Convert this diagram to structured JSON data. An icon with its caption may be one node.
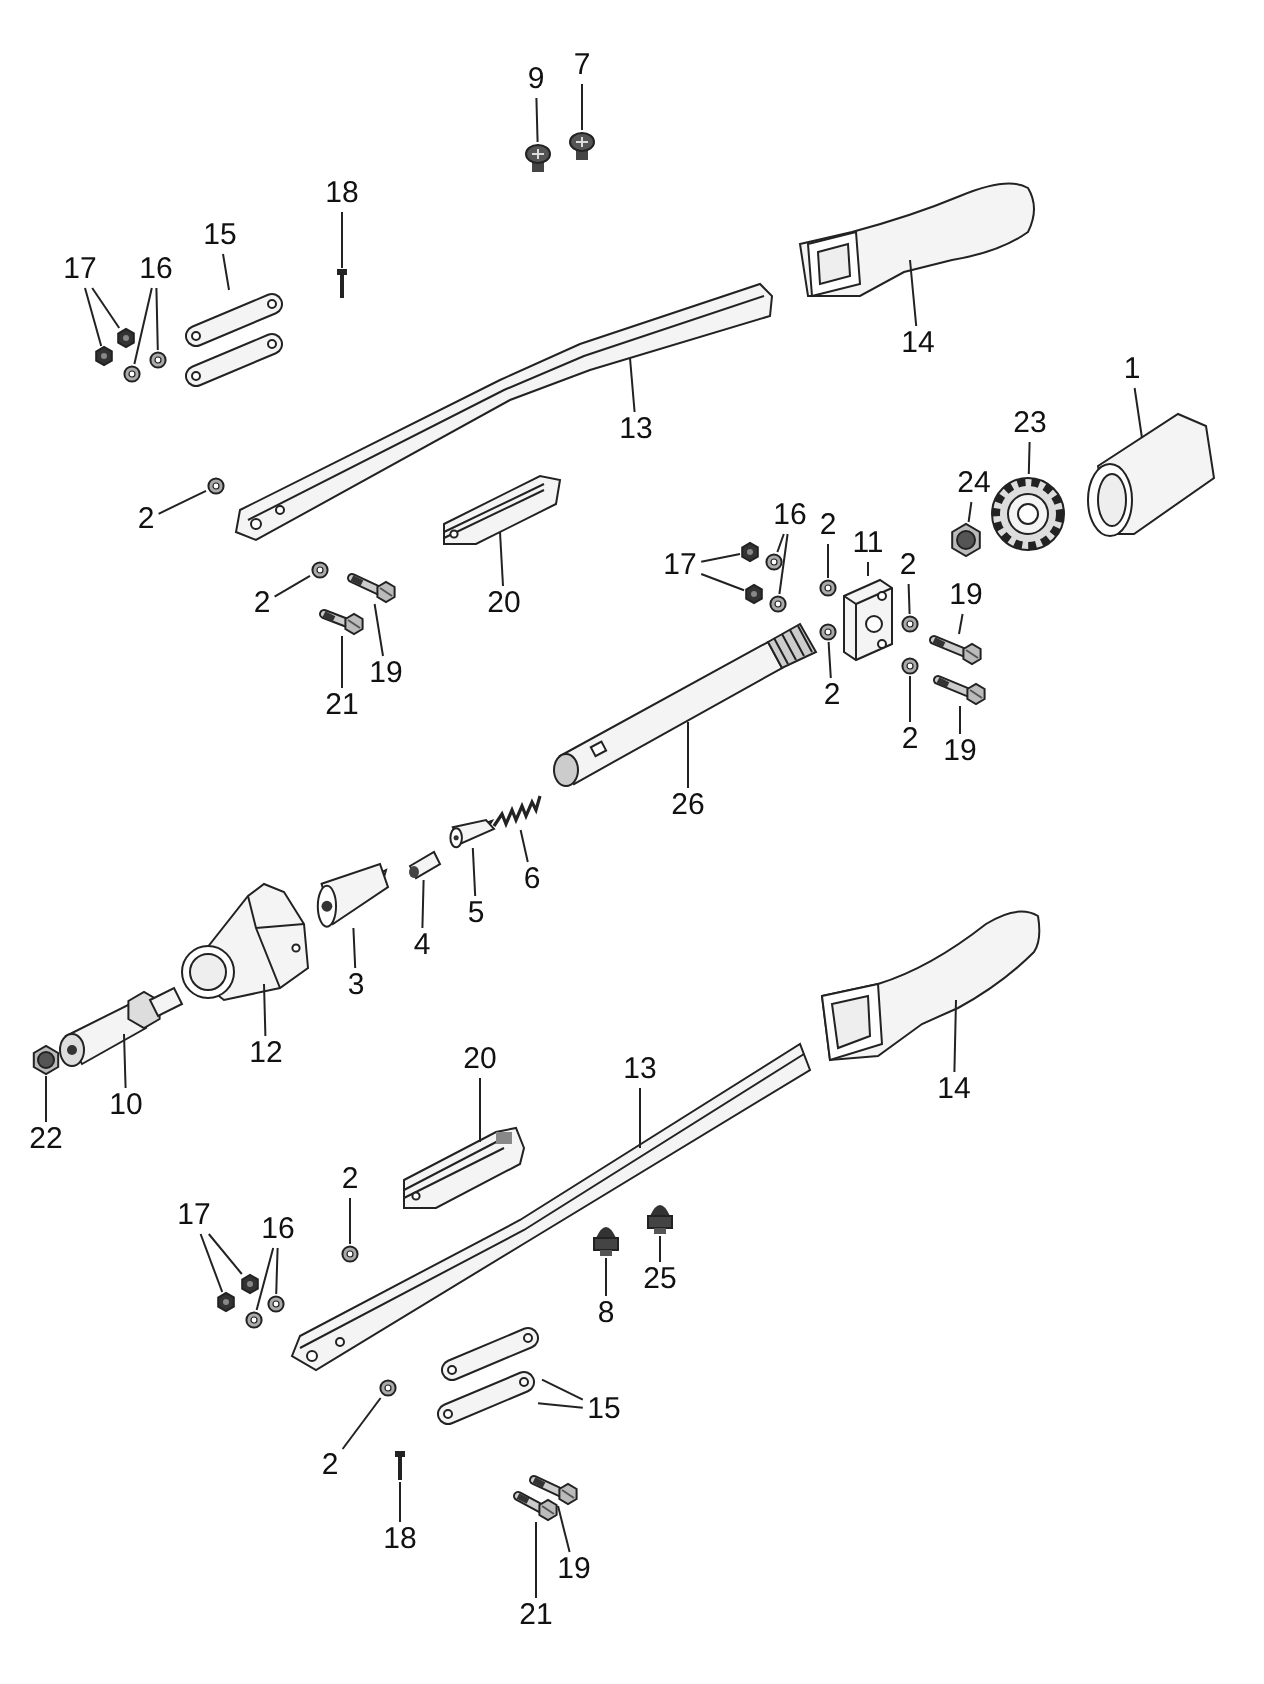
{
  "diagram": {
    "nodes": [
      {
        "text": [
          "9"
        ]
      },
      {
        "text": [],
        "shape": "picture"
      },
      {
        "text": [
          "7"
        ]
      },
      {
        "text": [],
        "shape": "picture"
      },
      {
        "text": [
          "18"
        ]
      },
      {
        "text": [],
        "shape": "picture"
      },
      {
        "text": [
          "15"
        ]
      },
      {
        "text": [],
        "shape": "picture"
      },
      {
        "text": [
          "17"
        ]
      },
      {
        "text": [],
        "shape": "picture"
      },
      {
        "text": [],
        "shape": "picture"
      },
      {
        "text": [
          "16"
        ]
      },
      {
        "text": [],
        "shape": "picture"
      },
      {
        "text": [],
        "shape": "picture"
      },
      {
        "text": [
          "14"
        ]
      },
      {
        "text": [],
        "shape": "picture"
      },
      {
        "text": [
          "1"
        ]
      },
      {
        "text": [],
        "shape": "picture"
      },
      {
        "text": [
          "13"
        ]
      },
      {
        "text": [],
        "shape": "picture"
      },
      {
        "text": [
          "23"
        ]
      },
      {
        "text": [],
        "shape": "picture"
      },
      {
        "text": [
          "24"
        ]
      },
      {
        "text": [],
        "shape": "picture"
      },
      {
        "text": [
          "2"
        ]
      },
      {
        "text": [],
        "shape": "picture"
      },
      {
        "text": [
          "20"
        ]
      },
      {
        "text": [],
        "shape": "picture"
      },
      {
        "text": [
          "2"
        ]
      },
      {
        "text": [],
        "shape": "picture"
      },
      {
        "text": [
          "16"
        ]
      },
      {
        "text": [],
        "shape": "picture"
      },
      {
        "text": [],
        "shape": "picture"
      },
      {
        "text": [
          "17"
        ]
      },
      {
        "text": [],
        "shape": "picture"
      },
      {
        "text": [],
        "shape": "picture"
      },
      {
        "text": [
          "2"
        ]
      },
      {
        "text": [],
        "shape": "picture"
      },
      {
        "text": [
          "11"
        ]
      },
      {
        "text": [],
        "shape": "picture"
      },
      {
        "text": [
          "2"
        ]
      },
      {
        "text": [],
        "shape": "picture"
      },
      {
        "text": [
          "19"
        ]
      },
      {
        "text": [],
        "shape": "picture"
      },
      {
        "text": [
          "2"
        ]
      },
      {
        "text": [],
        "shape": "picture"
      },
      {
        "text": [
          "2"
        ]
      },
      {
        "text": [],
        "shape": "picture"
      },
      {
        "text": [
          "19"
        ]
      },
      {
        "text": [],
        "shape": "picture"
      },
      {
        "text": [
          "21"
        ]
      },
      {
        "text": [],
        "shape": "picture"
      },
      {
        "text": [
          "19"
        ]
      },
      {
        "text": [],
        "shape": "picture"
      },
      {
        "text": [
          "26"
        ]
      },
      {
        "text": [],
        "shape": "picture"
      },
      {
        "text": [
          "6"
        ]
      },
      {
        "text": [],
        "shape": "picture"
      },
      {
        "text": [
          "5"
        ]
      },
      {
        "text": [],
        "shape": "picture"
      },
      {
        "text": [
          "4"
        ]
      },
      {
        "text": [],
        "shape": "picture"
      },
      {
        "text": [
          "3"
        ]
      },
      {
        "text": [],
        "shape": "picture"
      },
      {
        "text": [
          "12"
        ]
      },
      {
        "text": [],
        "shape": "picture"
      },
      {
        "text": [
          "14"
        ]
      },
      {
        "text": [],
        "shape": "picture"
      },
      {
        "text": [
          "10"
        ]
      },
      {
        "text": [],
        "shape": "picture"
      },
      {
        "text": [
          "22"
        ]
      },
      {
        "text": [],
        "shape": "picture"
      },
      {
        "text": [
          "20"
        ]
      },
      {
        "text": [],
        "shape": "picture"
      },
      {
        "text": [
          "13"
        ]
      },
      {
        "text": [],
        "shape": "picture"
      },
      {
        "text": [
          "2"
        ]
      },
      {
        "text": [],
        "shape": "picture"
      },
      {
        "text": [
          "17"
        ]
      },
      {
        "text": [],
        "shape": "picture"
      },
      {
        "text": [],
        "shape": "picture"
      },
      {
        "text": [
          "16"
        ]
      },
      {
        "text": [],
        "shape": "picture"
      },
      {
        "text": [],
        "shape": "picture"
      },
      {
        "text": [
          "8"
        ]
      },
      {
        "text": [],
        "shape": "picture"
      },
      {
        "text": [
          "25"
        ]
      },
      {
        "text": [],
        "shape": "picture"
      },
      {
        "text": [
          "15"
        ]
      },
      {
        "text": [],
        "shape": "picture"
      },
      {
        "text": [],
        "shape": "picture"
      },
      {
        "text": [
          "2"
        ]
      },
      {
        "text": [],
        "shape": "picture"
      },
      {
        "text": [
          "18"
        ]
      },
      {
        "text": [],
        "shape": "picture"
      },
      {
        "text": [
          "21"
        ]
      },
      {
        "text": [],
        "shape": "picture"
      },
      {
        "text": [
          "19"
        ]
      },
      {
        "text": [],
        "shape": "picture"
      }
    ],
    "edges": [
      {
        "from": 0,
        "to": 1,
        "arrow": "none"
      },
      {
        "from": 2,
        "to": 3,
        "arrow": "none"
      },
      {
        "from": 4,
        "to": 5,
        "arrow": "none"
      },
      {
        "from": 6,
        "to": 7,
        "arrow": "none"
      },
      {
        "from": 8,
        "to": 9,
        "arrow": "none"
      },
      {
        "from": 8,
        "to": 10,
        "arrow": "none"
      },
      {
        "from": 11,
        "to": 12,
        "arrow": "none"
      },
      {
        "from": 11,
        "to": 13,
        "arrow": "none"
      },
      {
        "from": 14,
        "to": 15,
        "arrow": "none"
      },
      {
        "from": 16,
        "to": 17,
        "arrow": "none"
      },
      {
        "from": 18,
        "to": 19,
        "arrow": "none"
      },
      {
        "from": 20,
        "to": 21,
        "arrow": "none"
      },
      {
        "from": 22,
        "to": 23,
        "arrow": "none"
      },
      {
        "from": 24,
        "to": 25,
        "arrow": "none"
      },
      {
        "from": 26,
        "to": 27,
        "arrow": "none"
      },
      {
        "from": 28,
        "to": 29,
        "arrow": "none"
      },
      {
        "from": 30,
        "to": 31,
        "arrow": "none"
      },
      {
        "from": 30,
        "to": 32,
        "arrow": "none"
      },
      {
        "from": 33,
        "to": 34,
        "arrow": "none"
      },
      {
        "from": 33,
        "to": 35,
        "arrow": "none"
      },
      {
        "from": 36,
        "to": 37,
        "arrow": "none"
      },
      {
        "from": 38,
        "to": 39,
        "arrow": "none"
      },
      {
        "from": 40,
        "to": 41,
        "arrow": "none"
      },
      {
        "from": 42,
        "to": 43,
        "arrow": "none"
      },
      {
        "from": 44,
        "to": 45,
        "arrow": "none"
      },
      {
        "from": 46,
        "to": 47,
        "arrow": "none"
      },
      {
        "from": 48,
        "to": 49,
        "arrow": "none"
      },
      {
        "from": 50,
        "to": 51,
        "arrow": "none"
      },
      {
        "from": 52,
        "to": 53,
        "arrow": "none"
      },
      {
        "from": 54,
        "to": 55,
        "arrow": "none"
      },
      {
        "from": 56,
        "to": 57,
        "arrow": "none"
      },
      {
        "from": 58,
        "to": 59,
        "arrow": "none"
      },
      {
        "from": 60,
        "to": 61,
        "arrow": "none"
      },
      {
        "from": 62,
        "to": 63,
        "arrow": "none"
      },
      {
        "from": 64,
        "to": 65,
        "arrow": "none"
      },
      {
        "from": 66,
        "to": 67,
        "arrow": "none"
      },
      {
        "from": 68,
        "to": 69,
        "arrow": "none"
      },
      {
        "from": 70,
        "to": 71,
        "arrow": "none"
      },
      {
        "from": 72,
        "to": 73,
        "arrow": "none"
      },
      {
        "from": 74,
        "to": 75,
        "arrow": "none"
      },
      {
        "from": 76,
        "to": 77,
        "arrow": "none"
      },
      {
        "from": 78,
        "to": 79,
        "arrow": "none"
      },
      {
        "from": 78,
        "to": 80,
        "arrow": "none"
      },
      {
        "from": 81,
        "to": 82,
        "arrow": "none"
      },
      {
        "from": 81,
        "to": 83,
        "arrow": "none"
      },
      {
        "from": 84,
        "to": 85,
        "arrow": "none"
      },
      {
        "from": 86,
        "to": 87,
        "arrow": "none"
      },
      {
        "from": 88,
        "to": 89,
        "arrow": "none"
      },
      {
        "from": 88,
        "to": 90,
        "arrow": "none"
      },
      {
        "from": 91,
        "to": 92,
        "arrow": "none"
      },
      {
        "from": 93,
        "to": 94,
        "arrow": "none"
      },
      {
        "from": 95,
        "to": 96,
        "arrow": "none"
      },
      {
        "from": 97,
        "to": 98,
        "arrow": "none"
      }
    ]
  }
}
